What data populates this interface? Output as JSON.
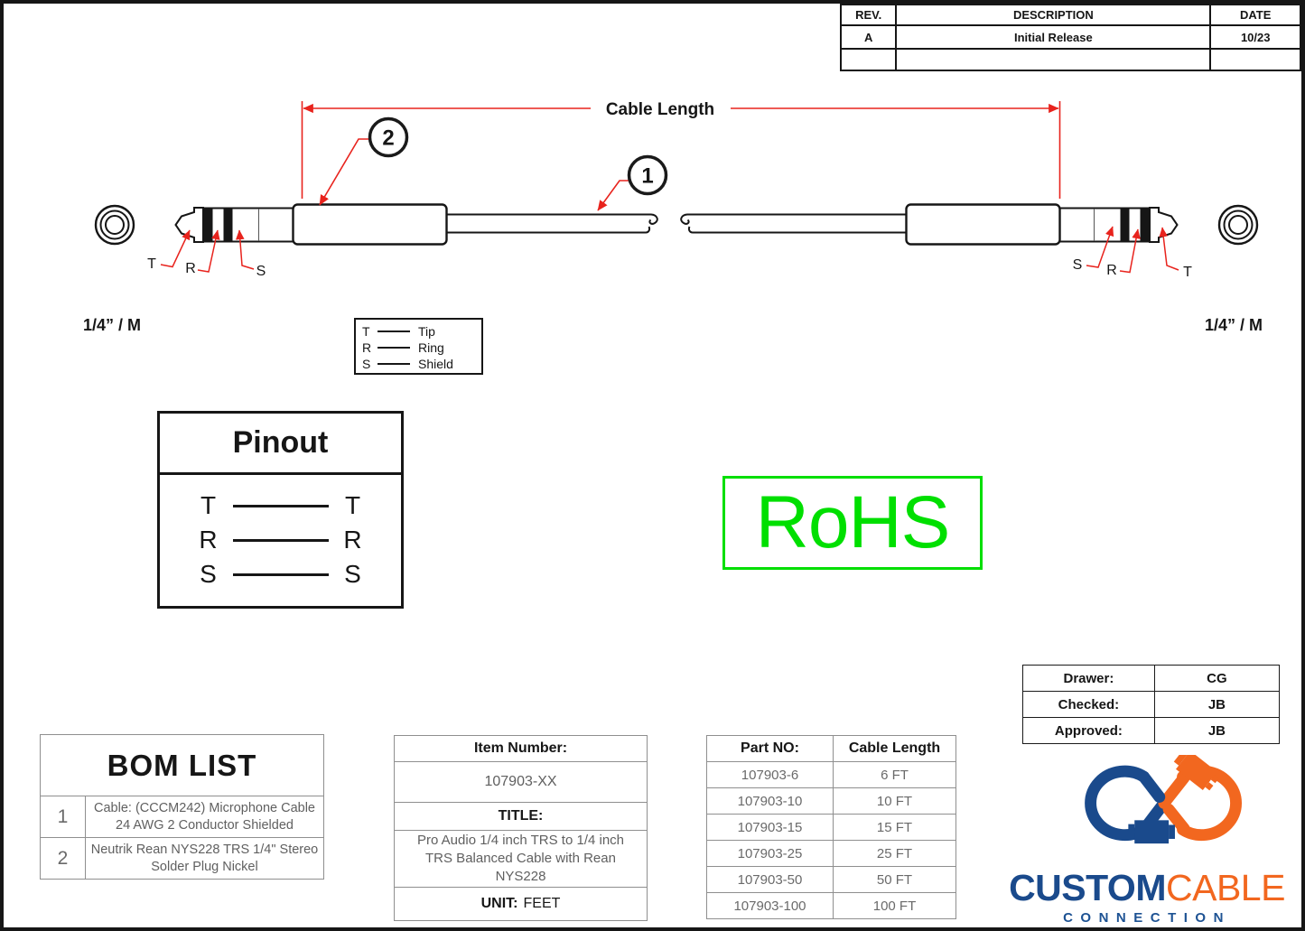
{
  "colors": {
    "accent_red": "#e8231d",
    "rohs_green": "#00df00",
    "ink": "#161616",
    "gray_text": "#606060",
    "logo_blue": "#1a4a8c",
    "logo_orange": "#f2671f"
  },
  "revision_table": {
    "headers": {
      "rev": "REV.",
      "description": "DESCRIPTION",
      "date": "DATE"
    },
    "rows": [
      {
        "rev": "A",
        "description": "Initial Release",
        "date": "10/23"
      },
      {
        "rev": "",
        "description": "",
        "date": ""
      }
    ]
  },
  "diagram": {
    "dimension_label": "Cable Length",
    "callouts": {
      "cable": "1",
      "plug": "2"
    },
    "trs": {
      "tip": "T",
      "ring": "R",
      "sleeve": "S"
    },
    "connector_label_left": "1/4” / M",
    "connector_label_right": "1/4” / M",
    "legend": {
      "rows": [
        {
          "key": "T",
          "label": "Tip"
        },
        {
          "key": "R",
          "label": "Ring"
        },
        {
          "key": "S",
          "label": "Shield"
        }
      ]
    }
  },
  "pinout": {
    "title": "Pinout",
    "rows": [
      {
        "left": "T",
        "right": "T"
      },
      {
        "left": "R",
        "right": "R"
      },
      {
        "left": "S",
        "right": "S"
      }
    ]
  },
  "rohs": {
    "label": "RoHS"
  },
  "approvals": {
    "rows": [
      {
        "label": "Drawer:",
        "value": "CG"
      },
      {
        "label": "Checked:",
        "value": "JB"
      },
      {
        "label": "Approved:",
        "value": "JB"
      }
    ]
  },
  "bom": {
    "title": "BOM LIST",
    "items": [
      {
        "no": "1",
        "description": "Cable: (CCCM242) Microphone Cable 24 AWG 2 Conductor Shielded"
      },
      {
        "no": "2",
        "description": "Neutrik Rean NYS228 TRS 1/4\" Stereo Solder Plug Nickel"
      }
    ]
  },
  "item_info": {
    "item_number_label": "Item Number:",
    "item_number": "107903-XX",
    "title_label": "TITLE:",
    "title": "Pro Audio 1/4 inch TRS to 1/4 inch TRS Balanced Cable with Rean NYS228",
    "unit_label": "UNIT:",
    "unit_value": "FEET"
  },
  "part_table": {
    "headers": {
      "part": "Part NO:",
      "length": "Cable Length"
    },
    "rows": [
      {
        "part": "107903-6",
        "length": "6 FT"
      },
      {
        "part": "107903-10",
        "length": "10 FT"
      },
      {
        "part": "107903-15",
        "length": "15 FT"
      },
      {
        "part": "107903-25",
        "length": "25 FT"
      },
      {
        "part": "107903-50",
        "length": "50 FT"
      },
      {
        "part": "107903-100",
        "length": "100 FT"
      }
    ]
  },
  "logo": {
    "custom": "CUSTOM",
    "cable": "CABLE",
    "connection": "CONNECTION"
  }
}
